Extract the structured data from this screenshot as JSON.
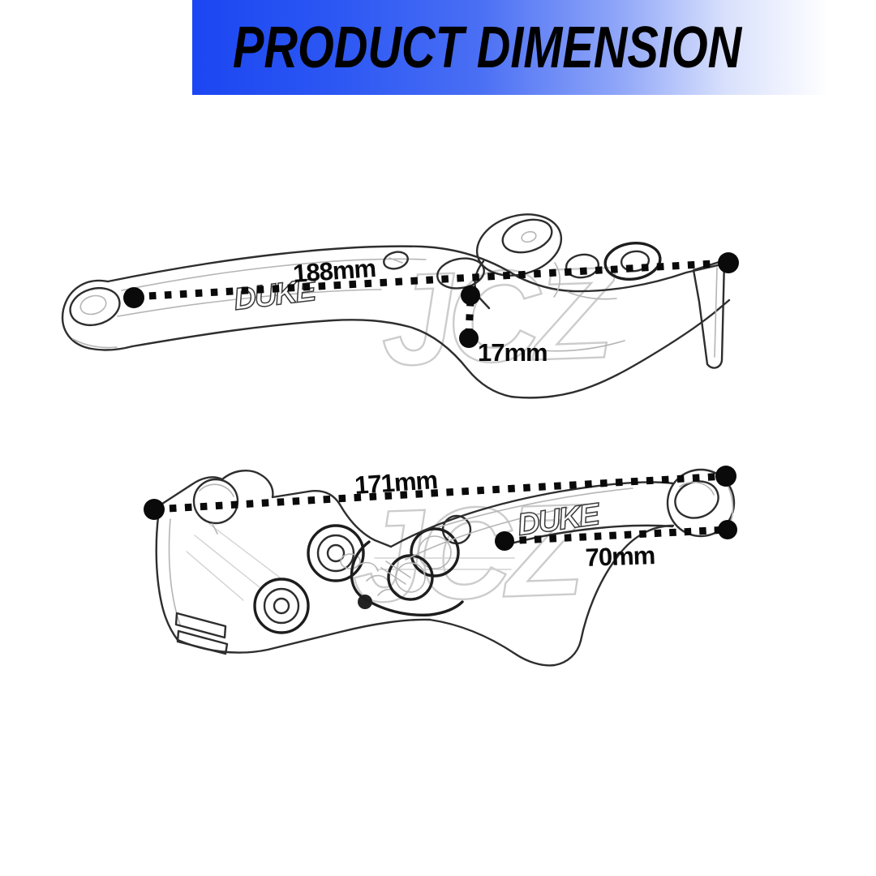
{
  "header": {
    "title": "PRODUCT DIMENSION",
    "banner_gradient_start": "#1b46f2",
    "banner_gradient_end": "#ffffff",
    "title_color": "#000000"
  },
  "watermark": {
    "text": "JCZ",
    "color": "#cccccc"
  },
  "diagram": {
    "line_color": "#0a0a0a",
    "top_lever": {
      "logo_text": "DUKE",
      "length_label": "188mm",
      "height_label": "17mm"
    },
    "bottom_lever": {
      "logo_text": "DUKE",
      "length_label": "171mm",
      "blade_label": "70mm"
    }
  }
}
